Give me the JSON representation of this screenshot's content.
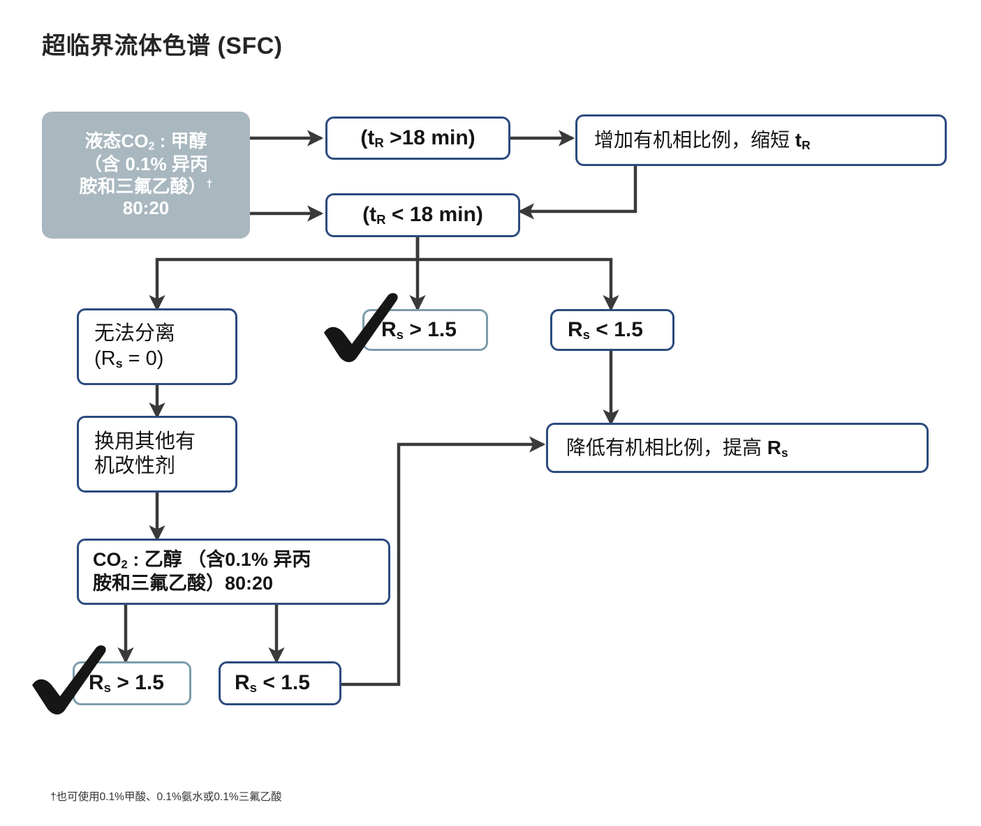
{
  "title": "超临界流体色谱 (SFC)",
  "footnote": "†也可使用0.1%甲酸、0.1%氨水或0.1%三氟乙酸",
  "colors": {
    "node_border": "#2b4b7e",
    "node_border_teal": "#7d9cab",
    "start_fill": "#a9b7bf",
    "edge": "#3a3a3a",
    "text": "#151515",
    "title": "#262626"
  },
  "nodes": {
    "start": {
      "line1_a": "液态CO",
      "line1_sub": "2",
      "line1_b": " : 甲醇",
      "line2": "（含 0.1% 异丙",
      "line3_a": "胺和三氟乙酸）",
      "line3_sup": "†",
      "line4": "80:20"
    },
    "tr_gt": {
      "pre": "(t",
      "sub": "R",
      "post": " >18 min)"
    },
    "tr_lt": {
      "pre": "(t",
      "sub": "R",
      "post": " < 18 min)"
    },
    "increase_organic": {
      "pre": "增加有机相比例，缩短 ",
      "sym": "t",
      "sub": "R"
    },
    "no_separation": {
      "line1": "无法分离",
      "line2_pre": "(R",
      "line2_sub": "s",
      "line2_post": " = 0)"
    },
    "rs_gt_top": {
      "pre": "R",
      "sub": "s",
      "post": " > 1.5"
    },
    "rs_lt_top": {
      "pre": "R",
      "sub": "s",
      "post": " < 1.5"
    },
    "change_modifier": {
      "line1": "换用其他有",
      "line2": "机改性剂"
    },
    "decrease_organic": {
      "pre": "降低有机相比例，提高 ",
      "sym": "R",
      "sub": "s"
    },
    "co2_ethanol": {
      "line1_a": "CO",
      "line1_sub": "2",
      "line1_b": " : 乙醇 （含0.1% 异丙",
      "line2": "胺和三氟乙酸）80:20"
    },
    "rs_gt_bottom": {
      "pre": "R",
      "sub": "s",
      "post": " > 1.5"
    },
    "rs_lt_bottom": {
      "pre": "R",
      "sub": "s",
      "post": " < 1.5"
    }
  },
  "icons": {
    "check_top": "check-mark-icon",
    "check_bottom": "check-mark-icon"
  },
  "edges": [
    {
      "name": "start-to-tr-gt",
      "from": "start",
      "to": "tr_gt"
    },
    {
      "name": "start-to-tr-lt",
      "from": "start",
      "to": "tr_lt"
    },
    {
      "name": "tr-gt-to-increase-organic",
      "from": "tr_gt",
      "to": "increase_organic"
    },
    {
      "name": "increase-organic-to-tr-lt",
      "from": "increase_organic",
      "to": "tr_lt"
    },
    {
      "name": "tr-lt-to-no-separation",
      "from": "tr_lt",
      "to": "no_separation"
    },
    {
      "name": "tr-lt-to-rs-gt-top",
      "from": "tr_lt",
      "to": "rs_gt_top"
    },
    {
      "name": "tr-lt-to-rs-lt-top",
      "from": "tr_lt",
      "to": "rs_lt_top"
    },
    {
      "name": "no-separation-to-change-modifier",
      "from": "no_separation",
      "to": "change_modifier"
    },
    {
      "name": "change-modifier-to-co2-ethanol",
      "from": "change_modifier",
      "to": "co2_ethanol"
    },
    {
      "name": "co2-ethanol-to-rs-gt-bottom",
      "from": "co2_ethanol",
      "to": "rs_gt_bottom"
    },
    {
      "name": "co2-ethanol-to-rs-lt-bottom",
      "from": "co2_ethanol",
      "to": "rs_lt_bottom"
    },
    {
      "name": "rs-lt-top-to-decrease-organic",
      "from": "rs_lt_top",
      "to": "decrease_organic"
    },
    {
      "name": "rs-lt-bottom-to-decrease-organic",
      "from": "rs_lt_bottom",
      "to": "decrease_organic"
    }
  ]
}
